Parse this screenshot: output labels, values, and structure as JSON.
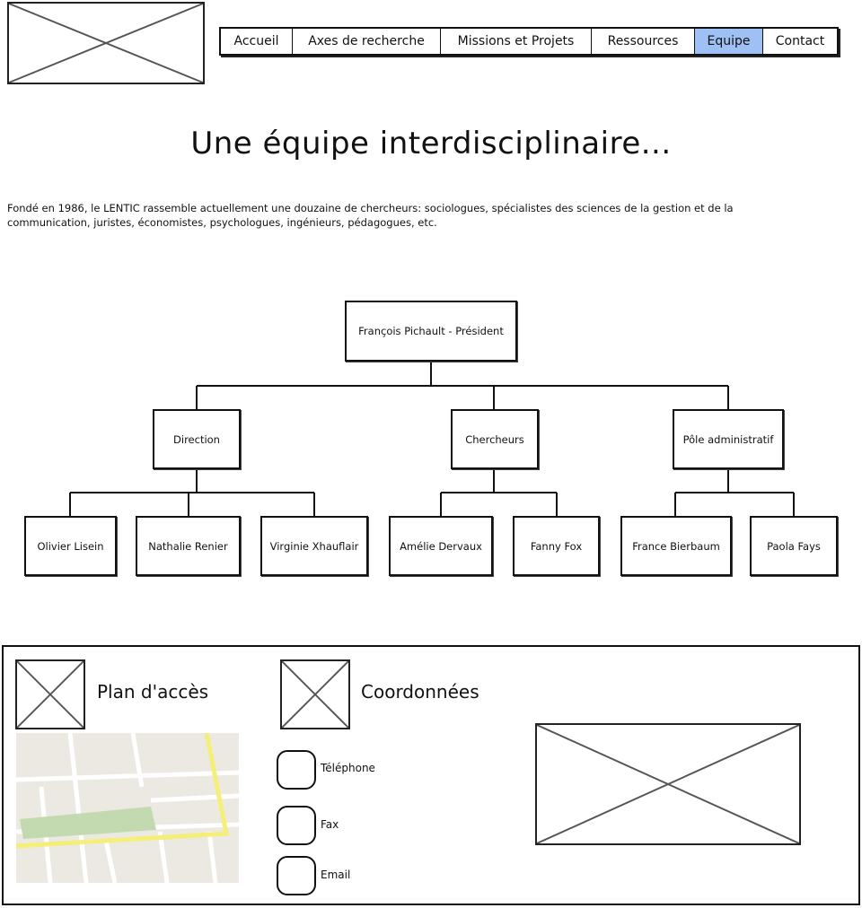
{
  "nav": {
    "items": [
      {
        "label": "Accueil",
        "active": false
      },
      {
        "label": "Axes de recherche",
        "active": false
      },
      {
        "label": "Missions et Projets",
        "active": false
      },
      {
        "label": "Ressources",
        "active": false
      },
      {
        "label": "Equipe",
        "active": true
      },
      {
        "label": "Contact",
        "active": false
      }
    ],
    "active_color": "#9ec0f5"
  },
  "page": {
    "title": "Une équipe interdisciplinaire...",
    "intro": "Fondé en 1986, le LENTIC rassemble actuellement une douzaine de chercheurs: sociologues, spécialistes des sciences de la gestion et de la communication, juristes, économistes, psychologues, ingénieurs, pédagogues, etc."
  },
  "org": {
    "president": "François Pichault - Président",
    "groups": [
      {
        "name": "Direction",
        "members": [
          "Olivier Lisein",
          "Nathalie Renier",
          "Virginie Xhauflair"
        ]
      },
      {
        "name": "Chercheurs",
        "members": [
          "Amélie Dervaux",
          "Fanny Fox"
        ]
      },
      {
        "name": "Pôle administratif",
        "members": [
          "France Bierbaum",
          "Paola Fays"
        ]
      }
    ]
  },
  "footer": {
    "map_title": "Plan d'accès",
    "contact_title": "Coordonnées",
    "contact_items": [
      "Téléphone",
      "Fax",
      "Email"
    ],
    "map_colors": {
      "ground": "#ebe9e2",
      "road": "#ffffff",
      "main_road": "#f5ef7a",
      "park": "#c3d9b0"
    }
  }
}
